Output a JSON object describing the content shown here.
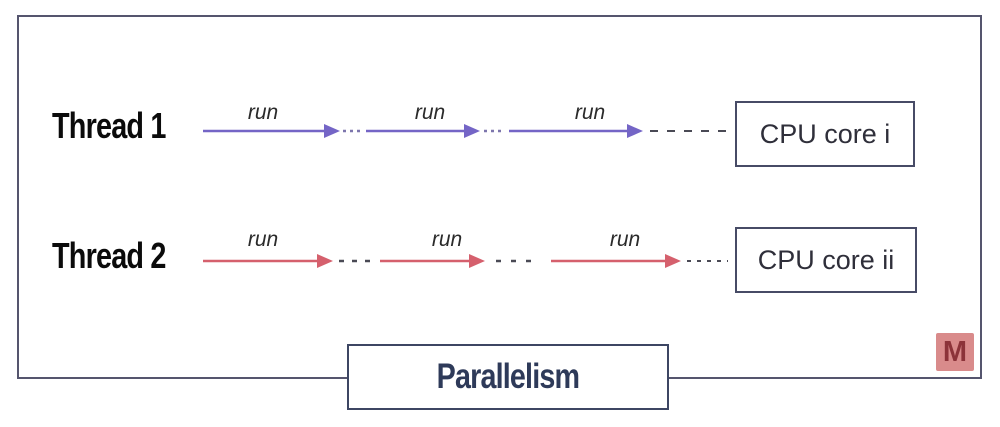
{
  "diagram": {
    "title": "Parallelism",
    "watermark": "M",
    "threads": [
      {
        "label": "Thread 1",
        "runs": [
          "run",
          "run",
          "run"
        ],
        "cpu": "CPU core i",
        "arrow_color": "#7465c6",
        "gap_dash_color": "#7d76ad"
      },
      {
        "label": "Thread 2",
        "runs": [
          "run",
          "run",
          "run"
        ],
        "cpu": "CPU core ii",
        "arrow_color": "#d5606d",
        "gap_dash_color": "#4a4a55"
      }
    ],
    "colors": {
      "container_border": "#55556e",
      "box_border": "#474b66",
      "title_border": "#3d4663",
      "title_text": "#2e3a59",
      "thread_label_text": "#0b0b0b",
      "run_label_text": "#2b2b2b",
      "approach_dash": "#4a4a55",
      "watermark_bg": "#d98b8b",
      "watermark_text": "#8c3339"
    }
  }
}
